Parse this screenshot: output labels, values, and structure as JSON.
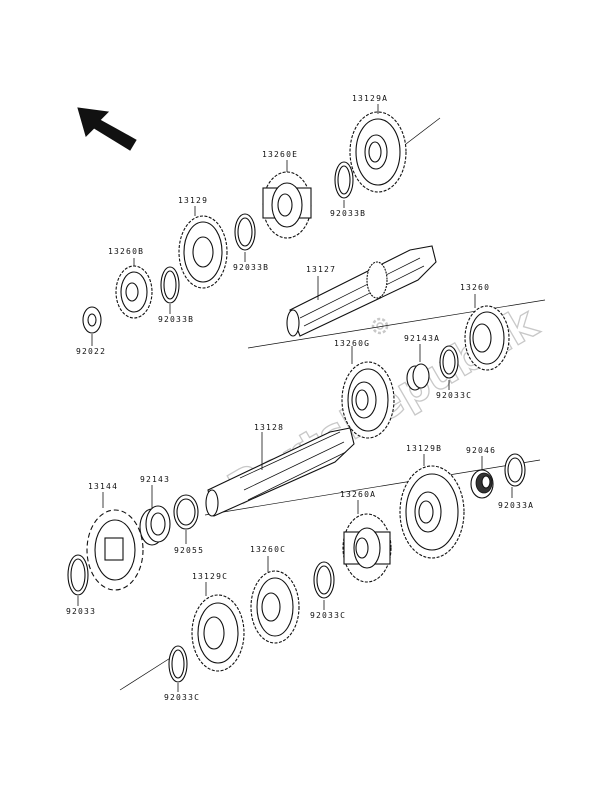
{
  "watermark": "PartsRepublik",
  "labels": {
    "p13129A": "13129A",
    "p13260E": "13260E",
    "p92033B_a": "92033B",
    "p13129": "13129",
    "p92033B_b": "92033B",
    "p13260B": "13260B",
    "p92033B_c": "92033B",
    "p92022": "92022",
    "p13127": "13127",
    "p13260": "13260",
    "p92143A": "92143A",
    "p13260G": "13260G",
    "p92033C_a": "92033C",
    "p13128": "13128",
    "p13144": "13144",
    "p92143": "92143",
    "p92055": "92055",
    "p92033": "92033",
    "p13129B": "13129B",
    "p92046": "92046",
    "p92033A": "92033A",
    "p13260A": "13260A",
    "p13260C": "13260C",
    "p92033C_b": "92033C",
    "p13129C": "13129C",
    "p92033C_c": "92033C"
  },
  "icons": {
    "direction": "direction-arrow-icon",
    "logo": "gear-logo-icon"
  }
}
